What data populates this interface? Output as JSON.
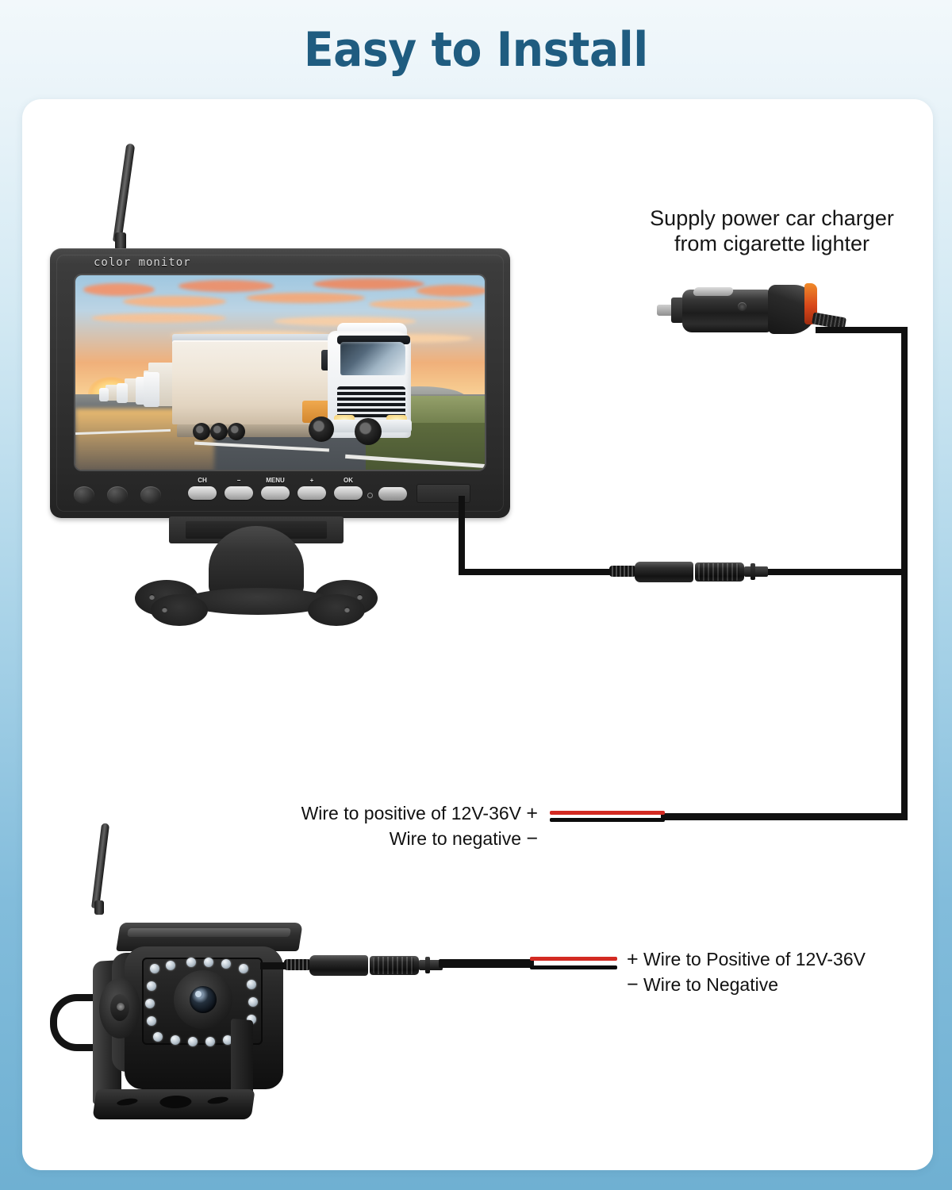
{
  "header": {
    "title": "Easy to Install"
  },
  "monitor": {
    "brand_label": "color monitor",
    "buttons": [
      "CH",
      "−",
      "MENU",
      "+",
      "OK"
    ],
    "screen_scene": "convoy of white semi trucks on a highway at sunset",
    "antenna": "wireless antenna",
    "stand": "suction/bracket stand with mounting holes"
  },
  "charger": {
    "caption_line1": "Supply power car charger",
    "caption_line2": "from cigarette lighter",
    "body_color": "#1d1d1d",
    "ring_color": "#d8471a"
  },
  "monitor_wires": {
    "positive_label": "Wire to positive of 12V-36V",
    "positive_sign": "+",
    "negative_label": "Wire to negative",
    "negative_sign": "−",
    "red_wire_color": "#d32a22",
    "black_wire_color": "#0b0b0b"
  },
  "camera_wires": {
    "positive_sign": "+",
    "positive_label": "Wire to Positive of 12V-36V",
    "negative_sign": "−",
    "negative_label": "Wire to Negative"
  },
  "camera": {
    "antenna": "wireless antenna",
    "ir_led_count": 18,
    "lens": "camera lens",
    "bracket": "mounting bracket"
  },
  "colors": {
    "title": "#1f5c80",
    "card": "#ffffff",
    "background_top": "#f2f8fb",
    "background_bottom": "#6fb0d2",
    "cable": "#101010"
  }
}
